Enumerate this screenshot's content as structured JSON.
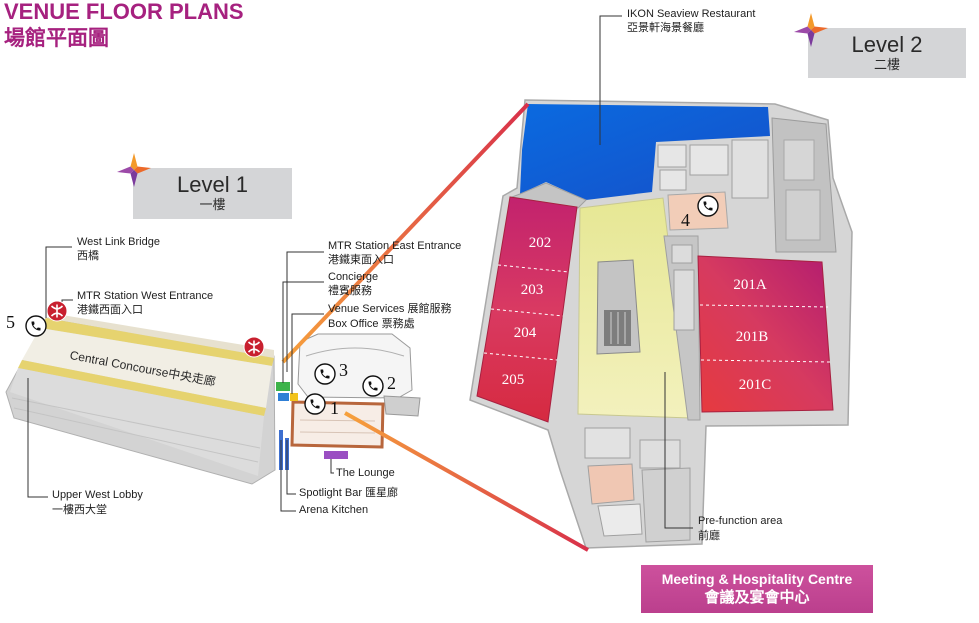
{
  "header": {
    "title_en": "VENUE FLOOR PLANS",
    "title_zh": "場館平面圖"
  },
  "level1": {
    "label_en": "Level 1",
    "label_zh": "一樓",
    "west_link_bridge": {
      "en": "West Link Bridge",
      "zh": "西橋"
    },
    "mtr_west": {
      "en": "MTR Station West Entrance",
      "zh": "港鐵西面入口"
    },
    "central_concourse": "Central Concourse中央走廊",
    "upper_west_lobby": {
      "en": "Upper West Lobby",
      "zh": "一樓西大堂"
    },
    "mtr_east": {
      "en": "MTR Station East Entrance",
      "zh": "港鐵東面入口"
    },
    "concierge": {
      "en": "Concierge",
      "zh": "禮賓服務"
    },
    "venue_services": "Venue Services 展館服務",
    "box_office": "Box Office 票務處",
    "the_lounge": "The Lounge",
    "spotlight_bar": "Spotlight Bar 匯星廊",
    "arena_kitchen": "Arena Kitchen"
  },
  "level2": {
    "label_en": "Level 2",
    "label_zh": "二樓",
    "restaurant": {
      "en": "IKON Seaview Restaurant",
      "zh": "亞景軒海景餐廳"
    },
    "rooms_left": [
      "202",
      "203",
      "204",
      "205"
    ],
    "rooms_right": [
      "201A",
      "201B",
      "201C"
    ],
    "prefunction": {
      "en": "Pre-function area",
      "zh": "前廳"
    }
  },
  "phones": [
    {
      "number": "1"
    },
    {
      "number": "2"
    },
    {
      "number": "3"
    },
    {
      "number": "4"
    },
    {
      "number": "5"
    }
  ],
  "footer": {
    "en": "Meeting & Hospitality Centre",
    "zh": "會議及宴會中心"
  },
  "colors": {
    "title": "#a6217f",
    "level_box": "#d4d5d7",
    "footer_box": "#c84a98",
    "meeting_rooms": "#d42a4c",
    "restaurant": "#0a62d8",
    "prefunction": "#e6e794",
    "connector_start": "#f6a13c",
    "connector_end": "#d8304a",
    "mtr_logo": "#c8202f"
  },
  "icons": {
    "phone": "phone-icon",
    "mtr": "mtr-logo-icon",
    "brand": "star-logo-icon"
  }
}
